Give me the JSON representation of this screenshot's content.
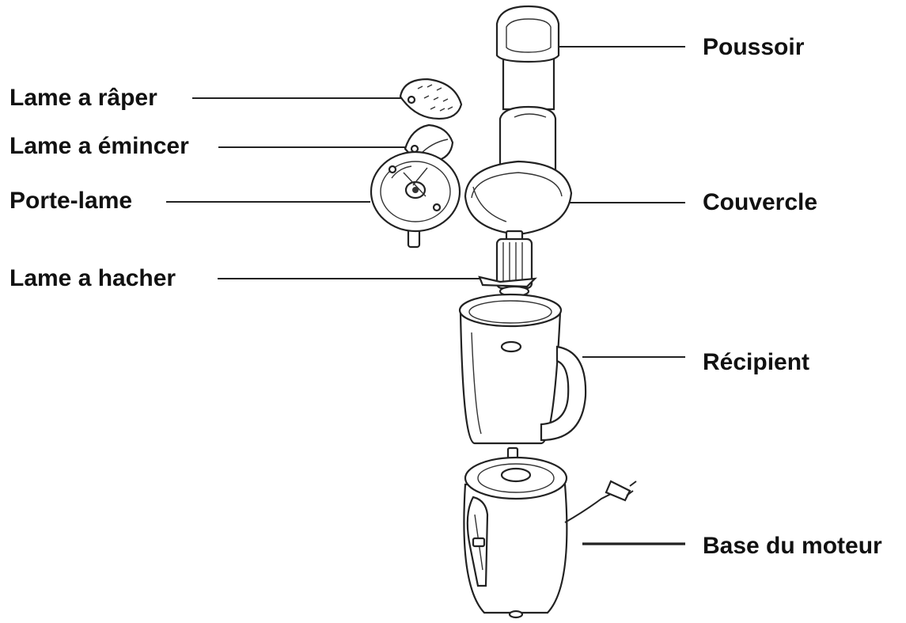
{
  "diagram": {
    "labels": {
      "lame_raper": "Lame a râper",
      "lame_emincer": "Lame a émincer",
      "porte_lame": "Porte-lame",
      "lame_hacher": "Lame a hacher",
      "poussoir": "Poussoir",
      "couvercle": "Couvercle",
      "recipient": "Récipient",
      "base_moteur": "Base du moteur"
    },
    "colors": {
      "line": "#222222",
      "text": "#111111",
      "background": "#ffffff"
    }
  }
}
